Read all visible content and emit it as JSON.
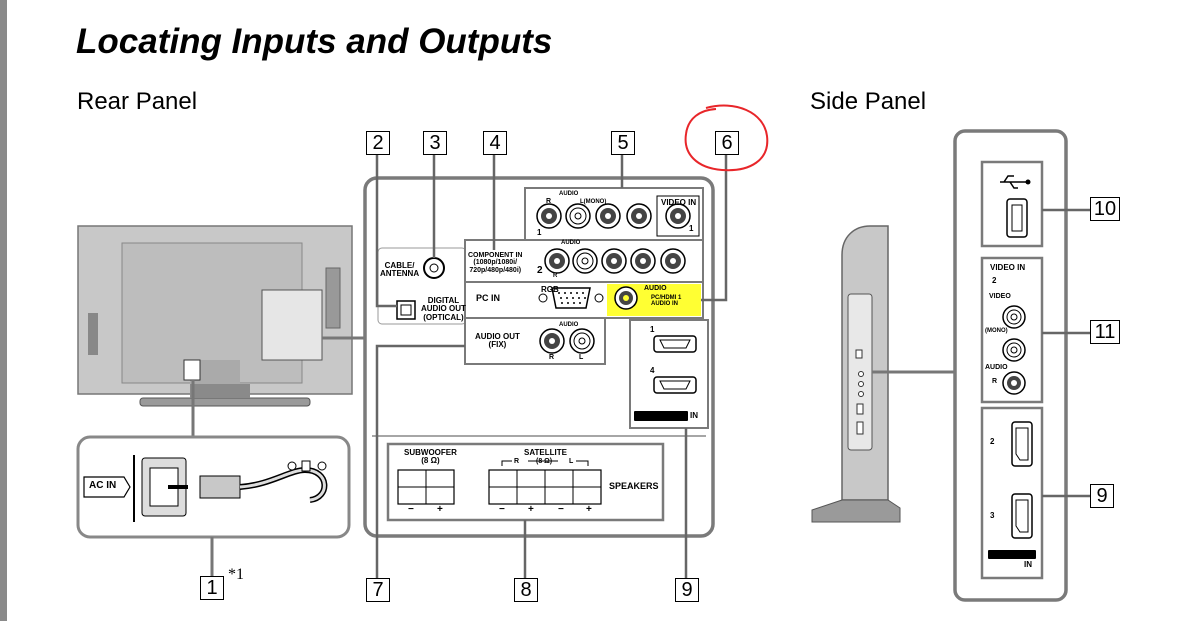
{
  "title": "Locating Inputs and Outputs",
  "rear_panel_label": "Rear Panel",
  "side_panel_label": "Side Panel",
  "callouts": {
    "n1": "1",
    "n2": "2",
    "n3": "3",
    "n4": "4",
    "n5": "5",
    "n6": "6",
    "n7": "7",
    "n8": "8",
    "n9a": "9",
    "n9b": "9",
    "n10": "10",
    "n11": "11",
    "footnote": "*1"
  },
  "rear": {
    "ac_in": "AC IN",
    "cable_antenna": "CABLE/\nANTENNA",
    "digital_audio_out": "DIGITAL\nAUDIO OUT\n(OPTICAL)",
    "audio_top": "AUDIO",
    "r": "R",
    "l_mono": "L(MONO)",
    "video_in": "VIDEO  IN",
    "one": "1",
    "component_in": "COMPONENT IN\n(1080p/1080i/\n720p/480p/480i)",
    "two": "2",
    "pc_in": "PC IN",
    "rgb": "RGB",
    "audio_pc": "AUDIO",
    "pc_hdmi": "PC/HDMI 1\nAUDIO IN",
    "audio_out": "AUDIO OUT\n(FIX)",
    "hdmi_in": "IN",
    "hdmi_1": "1",
    "hdmi_4": "4",
    "subwoofer": "SUBWOOFER\n(8 Ω)",
    "satellite": "SATELLITE",
    "sat_r": "R",
    "sat_l": "L",
    "sat_ohm": "(8 Ω)",
    "speakers": "SPEAKERS",
    "minus": "−",
    "plus": "+"
  },
  "side": {
    "video_in": "VIDEO  IN",
    "two": "2",
    "video": "VIDEO",
    "mono": "(MONO)",
    "audio": "AUDIO",
    "r": "R",
    "hdmi2": "2",
    "hdmi3": "3",
    "hdmi_in": "IN"
  },
  "colors": {
    "highlight": "#ffff33",
    "annotation": "#e8262a",
    "frame": "#7a7a7a"
  }
}
